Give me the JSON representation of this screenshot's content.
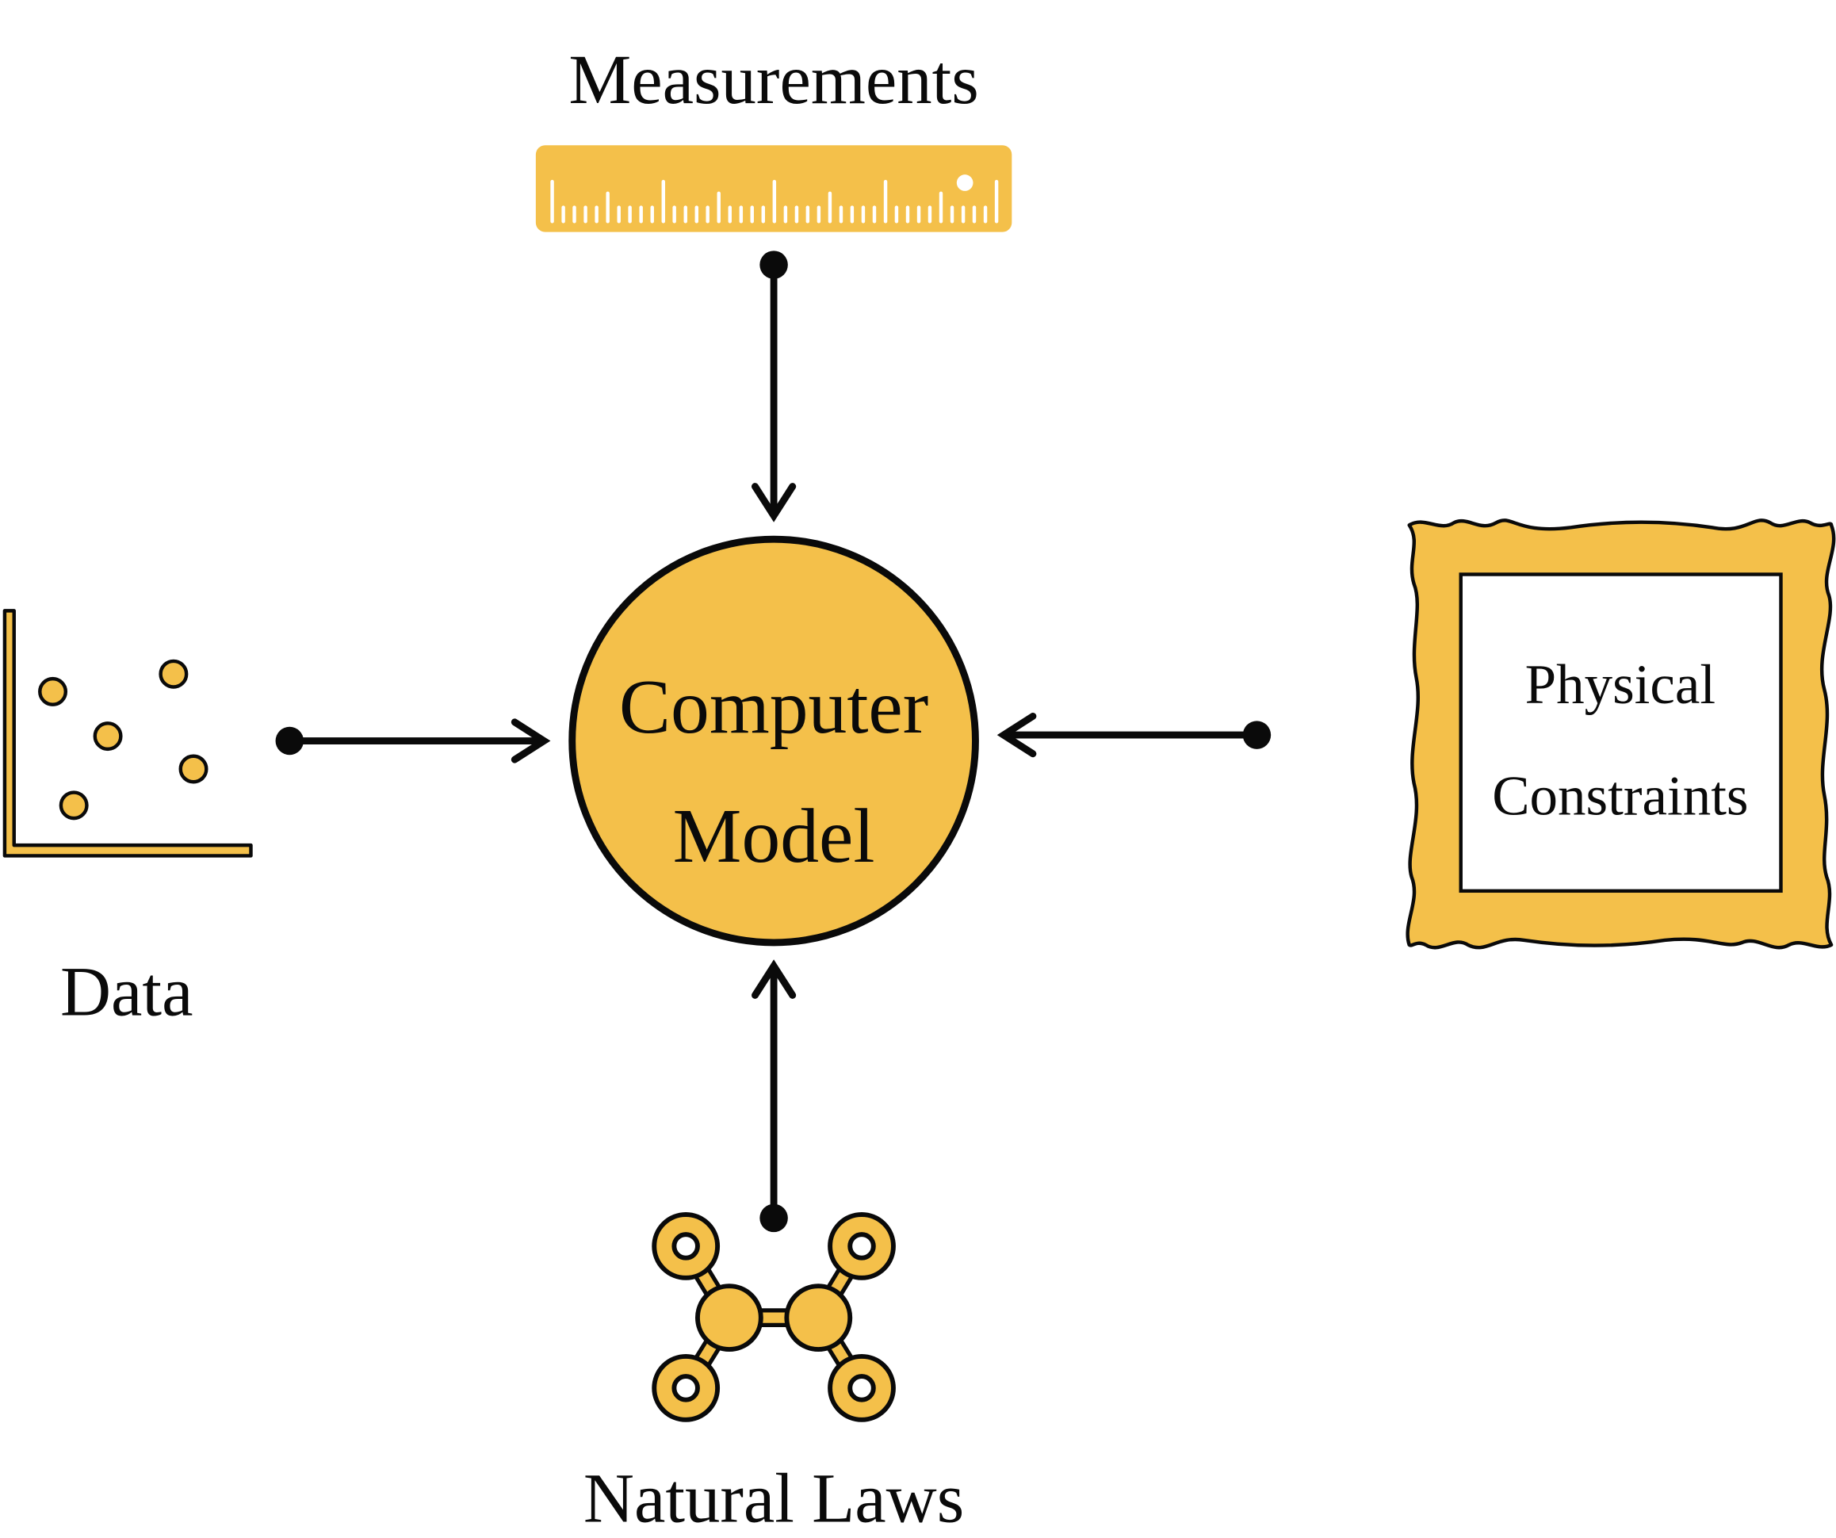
{
  "labels": {
    "measurements": "Measurements",
    "data": "Data",
    "model_line1": "Computer",
    "model_line2": "Model",
    "constraints_line1": "Physical",
    "constraints_line2": "Constraints",
    "natural_laws": "Natural Laws"
  },
  "colors": {
    "accent": "#F4C04A",
    "stroke": "#0a0a0a",
    "background": "#FFFFFF"
  },
  "icons": {
    "measurements": "ruler-icon",
    "data": "scatter-plot-icon",
    "constraints": "ornate-frame-icon",
    "natural_laws": "molecule-icon"
  }
}
